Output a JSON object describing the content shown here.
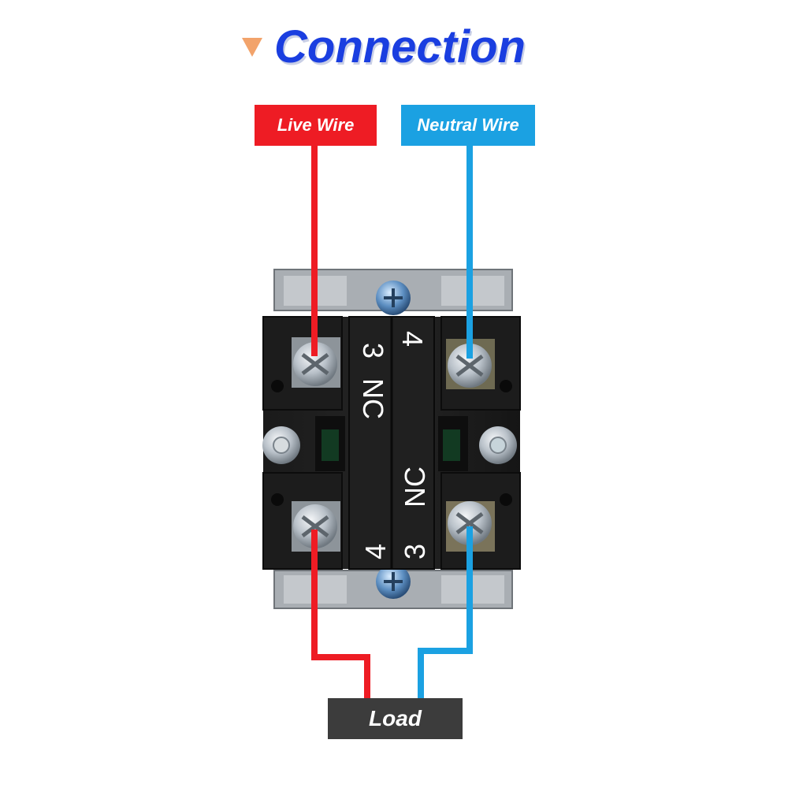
{
  "title": "Connection",
  "labels": {
    "live": "Live Wire",
    "neutral": "Neutral Wire",
    "load": "Load"
  },
  "terminals": {
    "top_left": "3",
    "top_right": "4",
    "upper_contact": "NC",
    "lower_contact": "NC",
    "bottom_left": "4",
    "bottom_right": "3"
  },
  "colors": {
    "title": "#1a3ee0",
    "live": "#ee1c24",
    "neutral": "#1ba1e2",
    "load": "#3c3c3c",
    "arrow": "#f2a36b"
  }
}
